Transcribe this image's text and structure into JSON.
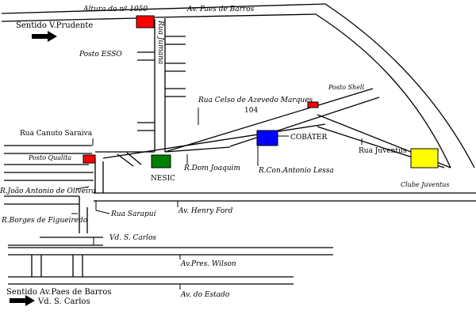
{
  "streets": {
    "paes_barros_number": "Altura do nº 1050",
    "paes_barros": "Av. Paes de Barros",
    "jumana": "Rua Jumana",
    "celso": "Rua Celso de Azevedo Marques",
    "celso_number": "104",
    "canuto": "Rua Canuto Saraiva",
    "juventus": "Rua Juventus",
    "dom_joaquim": "R.Dom Joaquim",
    "con_antonio": "R.Con.Antonio Lessa",
    "joao_antonio": "R.João Antonio de Oliveira",
    "sarapui": "Rua Sarapuí",
    "henry_ford": "Av. Henry Ford",
    "borges": "R.Borges de Figueiredo",
    "vd_carlos": "Vd. S. Carlos",
    "pres_wilson": "Av.Pres. Wilson",
    "do_estado": "Av. do Estado"
  },
  "places": {
    "esso": "Posto ESSO",
    "shell": "Posto Shell",
    "qualita": "Posto Qualita",
    "nesic": "NESIC",
    "cobater": "COBÁTER",
    "juventus_club": "Clube Juventus"
  },
  "directions": {
    "prudente": "Sentido V.Prudente",
    "paes_line1": "Sentido Av.Paes de Barros",
    "paes_line2": "Vd. S. Carlos"
  },
  "colors": {
    "esso": "#ff0000",
    "shell": "#ff0000",
    "qualita": "#ff0000",
    "nesic": "#008000",
    "cobater": "#0000ff",
    "juventus_club": "#ffff00"
  }
}
